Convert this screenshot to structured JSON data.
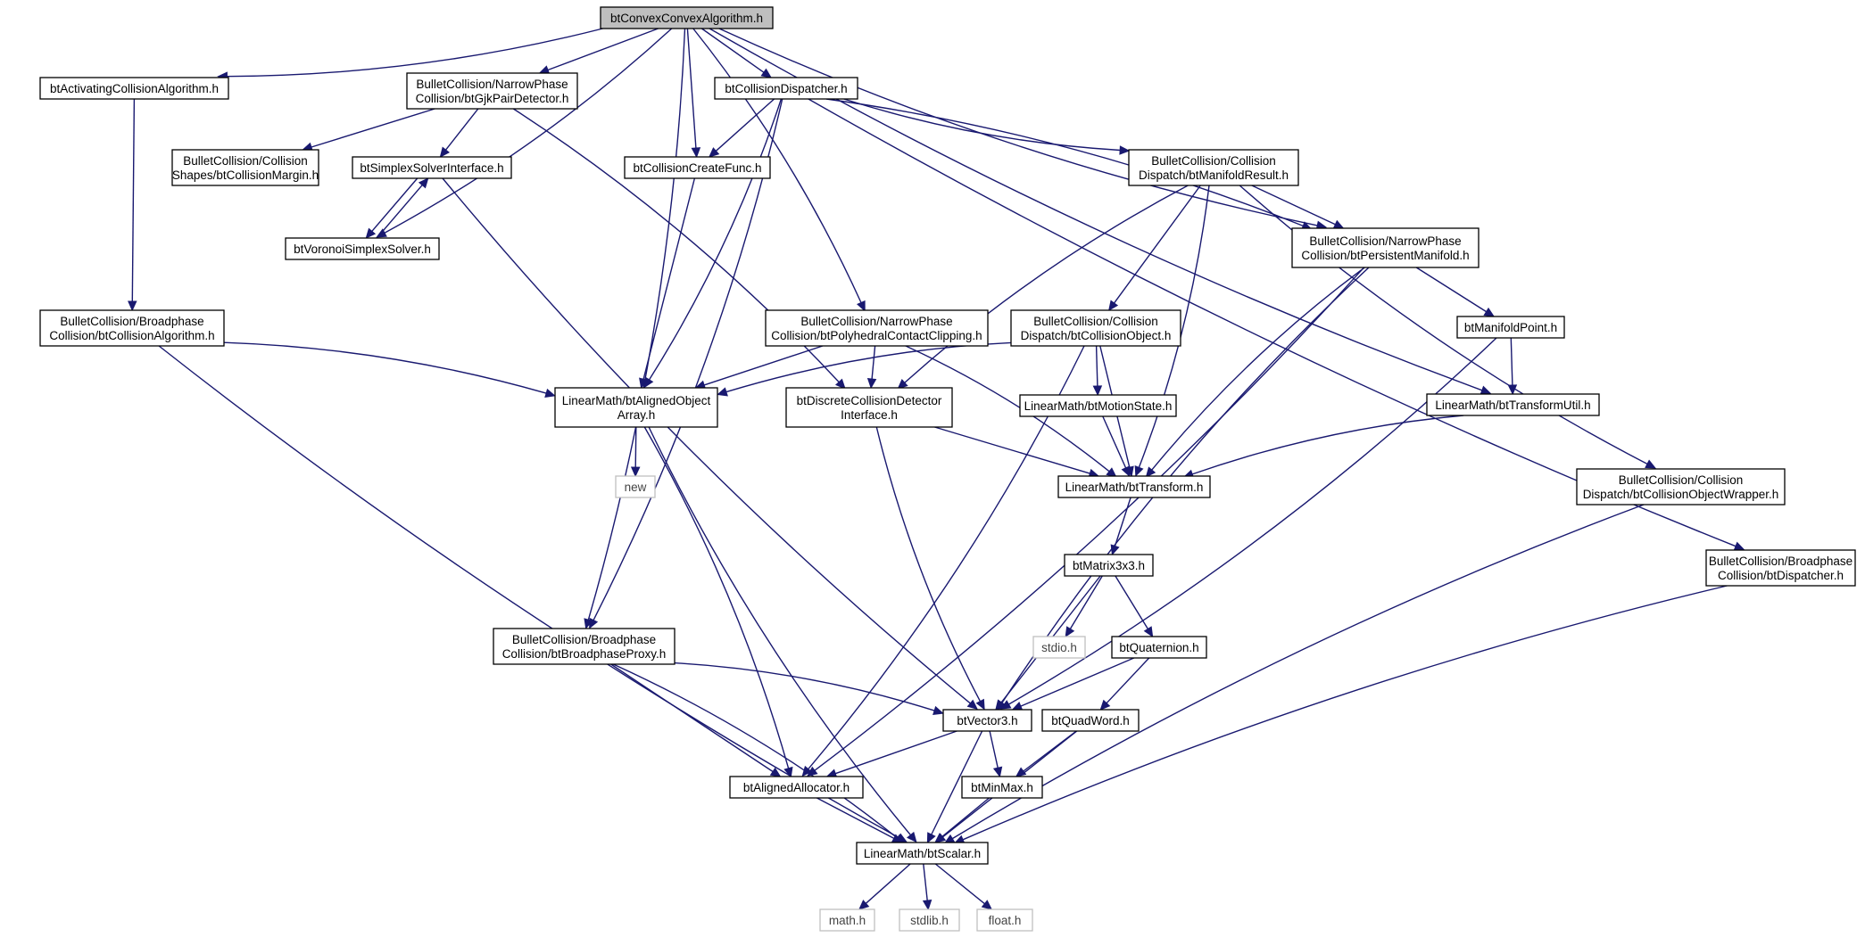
{
  "nodes": [
    {
      "id": "root",
      "lines": [
        "btConvexConvexAlgorithm.h"
      ],
      "kind": "root"
    },
    {
      "id": "activating",
      "lines": [
        "btActivatingCollisionAlgorithm.h"
      ],
      "kind": "normal"
    },
    {
      "id": "gjkpair",
      "lines": [
        "BulletCollision/NarrowPhase",
        "Collision/btGjkPairDetector.h"
      ],
      "kind": "normal"
    },
    {
      "id": "dispatcher",
      "lines": [
        "btCollisionDispatcher.h"
      ],
      "kind": "normal"
    },
    {
      "id": "margin",
      "lines": [
        "BulletCollision/Collision",
        "Shapes/btCollisionMargin.h"
      ],
      "kind": "normal"
    },
    {
      "id": "simplexiface",
      "lines": [
        "btSimplexSolverInterface.h"
      ],
      "kind": "normal"
    },
    {
      "id": "createfunc",
      "lines": [
        "btCollisionCreateFunc.h"
      ],
      "kind": "normal"
    },
    {
      "id": "manifoldresult",
      "lines": [
        "BulletCollision/Collision",
        "Dispatch/btManifoldResult.h"
      ],
      "kind": "normal"
    },
    {
      "id": "voronoi",
      "lines": [
        "btVoronoiSimplexSolver.h"
      ],
      "kind": "normal"
    },
    {
      "id": "persistent",
      "lines": [
        "BulletCollision/NarrowPhase",
        "Collision/btPersistentManifold.h"
      ],
      "kind": "normal"
    },
    {
      "id": "collalgo",
      "lines": [
        "BulletCollision/Broadphase",
        "Collision/btCollisionAlgorithm.h"
      ],
      "kind": "normal"
    },
    {
      "id": "polyclip",
      "lines": [
        "BulletCollision/NarrowPhase",
        "Collision/btPolyhedralContactClipping.h"
      ],
      "kind": "normal"
    },
    {
      "id": "collobject",
      "lines": [
        "BulletCollision/Collision",
        "Dispatch/btCollisionObject.h"
      ],
      "kind": "normal"
    },
    {
      "id": "manifoldpoint",
      "lines": [
        "btManifoldPoint.h"
      ],
      "kind": "normal"
    },
    {
      "id": "alignedarray",
      "lines": [
        "LinearMath/btAlignedObject",
        "Array.h"
      ],
      "kind": "normal"
    },
    {
      "id": "discrete",
      "lines": [
        "btDiscreteCollisionDetector",
        "Interface.h"
      ],
      "kind": "normal"
    },
    {
      "id": "motionstate",
      "lines": [
        "LinearMath/btMotionState.h"
      ],
      "kind": "normal"
    },
    {
      "id": "transformutil",
      "lines": [
        "LinearMath/btTransformUtil.h"
      ],
      "kind": "normal"
    },
    {
      "id": "new",
      "lines": [
        "new"
      ],
      "kind": "sys"
    },
    {
      "id": "transform",
      "lines": [
        "LinearMath/btTransform.h"
      ],
      "kind": "normal"
    },
    {
      "id": "objwrapper",
      "lines": [
        "BulletCollision/Collision",
        "Dispatch/btCollisionObjectWrapper.h"
      ],
      "kind": "normal"
    },
    {
      "id": "matrix",
      "lines": [
        "btMatrix3x3.h"
      ],
      "kind": "normal"
    },
    {
      "id": "btdispatcher",
      "lines": [
        "BulletCollision/Broadphase",
        "Collision/btDispatcher.h"
      ],
      "kind": "normal"
    },
    {
      "id": "stdio",
      "lines": [
        "stdio.h"
      ],
      "kind": "sys"
    },
    {
      "id": "quaternion",
      "lines": [
        "btQuaternion.h"
      ],
      "kind": "normal"
    },
    {
      "id": "proxy",
      "lines": [
        "BulletCollision/Broadphase",
        "Collision/btBroadphaseProxy.h"
      ],
      "kind": "normal"
    },
    {
      "id": "vector3",
      "lines": [
        "btVector3.h"
      ],
      "kind": "normal"
    },
    {
      "id": "quadword",
      "lines": [
        "btQuadWord.h"
      ],
      "kind": "normal"
    },
    {
      "id": "allocator",
      "lines": [
        "btAlignedAllocator.h"
      ],
      "kind": "normal"
    },
    {
      "id": "minmax",
      "lines": [
        "btMinMax.h"
      ],
      "kind": "normal"
    },
    {
      "id": "scalar",
      "lines": [
        "LinearMath/btScalar.h"
      ],
      "kind": "normal"
    },
    {
      "id": "math",
      "lines": [
        "math.h"
      ],
      "kind": "sys"
    },
    {
      "id": "stdlib",
      "lines": [
        "stdlib.h"
      ],
      "kind": "sys"
    },
    {
      "id": "float",
      "lines": [
        "float.h"
      ],
      "kind": "sys"
    }
  ],
  "edges": [
    [
      "root",
      "activating"
    ],
    [
      "root",
      "gjkpair"
    ],
    [
      "root",
      "dispatcher"
    ],
    [
      "root",
      "createfunc"
    ],
    [
      "root",
      "voronoi"
    ],
    [
      "root",
      "persistent"
    ],
    [
      "root",
      "polyclip"
    ],
    [
      "root",
      "transformutil"
    ],
    [
      "root",
      "proxy"
    ],
    [
      "activating",
      "collalgo"
    ],
    [
      "gjkpair",
      "margin"
    ],
    [
      "gjkpair",
      "simplexiface"
    ],
    [
      "gjkpair",
      "discrete"
    ],
    [
      "dispatcher",
      "createfunc"
    ],
    [
      "dispatcher",
      "alignedarray"
    ],
    [
      "dispatcher",
      "manifoldresult"
    ],
    [
      "dispatcher",
      "persistent"
    ],
    [
      "dispatcher",
      "btdispatcher"
    ],
    [
      "dispatcher",
      "proxy"
    ],
    [
      "simplexiface",
      "voronoi"
    ],
    [
      "voronoi",
      "simplexiface"
    ],
    [
      "simplexiface",
      "vector3"
    ],
    [
      "createfunc",
      "alignedarray"
    ],
    [
      "manifoldresult",
      "persistent"
    ],
    [
      "manifoldresult",
      "collobject"
    ],
    [
      "manifoldresult",
      "discrete"
    ],
    [
      "manifoldresult",
      "transform"
    ],
    [
      "manifoldresult",
      "objwrapper"
    ],
    [
      "persistent",
      "manifoldpoint"
    ],
    [
      "persistent",
      "transform"
    ],
    [
      "persistent",
      "allocator"
    ],
    [
      "persistent",
      "vector3"
    ],
    [
      "collalgo",
      "alignedarray"
    ],
    [
      "collalgo",
      "scalar"
    ],
    [
      "polyclip",
      "alignedarray"
    ],
    [
      "polyclip",
      "discrete"
    ],
    [
      "polyclip",
      "transform"
    ],
    [
      "collobject",
      "alignedarray"
    ],
    [
      "collobject",
      "motionstate"
    ],
    [
      "collobject",
      "transform"
    ],
    [
      "collobject",
      "allocator"
    ],
    [
      "manifoldpoint",
      "transformutil"
    ],
    [
      "manifoldpoint",
      "vector3"
    ],
    [
      "alignedarray",
      "new"
    ],
    [
      "alignedarray",
      "allocator"
    ],
    [
      "alignedarray",
      "scalar"
    ],
    [
      "discrete",
      "transform"
    ],
    [
      "discrete",
      "vector3"
    ],
    [
      "motionstate",
      "transform"
    ],
    [
      "transformutil",
      "transform"
    ],
    [
      "transform",
      "matrix"
    ],
    [
      "objwrapper",
      "scalar"
    ],
    [
      "matrix",
      "stdio"
    ],
    [
      "matrix",
      "quaternion"
    ],
    [
      "matrix",
      "vector3"
    ],
    [
      "btdispatcher",
      "scalar"
    ],
    [
      "quaternion",
      "quadword"
    ],
    [
      "quaternion",
      "vector3"
    ],
    [
      "proxy",
      "vector3"
    ],
    [
      "proxy",
      "allocator"
    ],
    [
      "proxy",
      "scalar"
    ],
    [
      "vector3",
      "allocator"
    ],
    [
      "vector3",
      "minmax"
    ],
    [
      "vector3",
      "scalar"
    ],
    [
      "quadword",
      "minmax"
    ],
    [
      "quadword",
      "scalar"
    ],
    [
      "allocator",
      "scalar"
    ],
    [
      "minmax",
      "scalar"
    ],
    [
      "scalar",
      "math"
    ],
    [
      "scalar",
      "stdlib"
    ],
    [
      "scalar",
      "float"
    ]
  ]
}
